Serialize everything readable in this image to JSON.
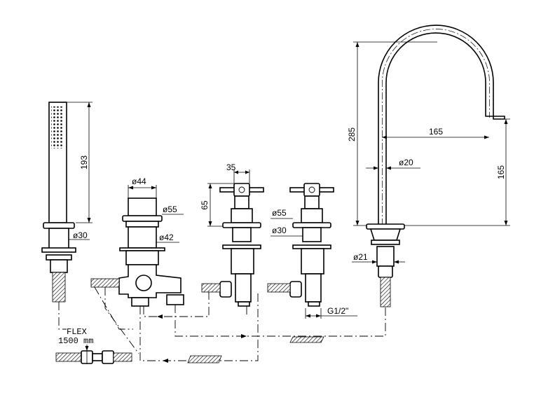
{
  "dimensions": {
    "handshower_height": "193",
    "handshower_base_dia": "ø30",
    "diverter_top_dia": "ø44",
    "diverter_flange_dia": "ø55",
    "diverter_body_dia": "ø42",
    "handle_width": "35",
    "handle_height": "65",
    "valve_flange_dia": "ø55",
    "valve_body_dia": "ø30",
    "thread": "G1/2\"",
    "spout_height": "285",
    "spout_reach": "165",
    "spout_outlet_height": "165",
    "spout_dia": "ø20",
    "spout_base_dia": "ø21"
  },
  "flex_hose": {
    "label": "FLEX",
    "length": "1500 mm"
  }
}
